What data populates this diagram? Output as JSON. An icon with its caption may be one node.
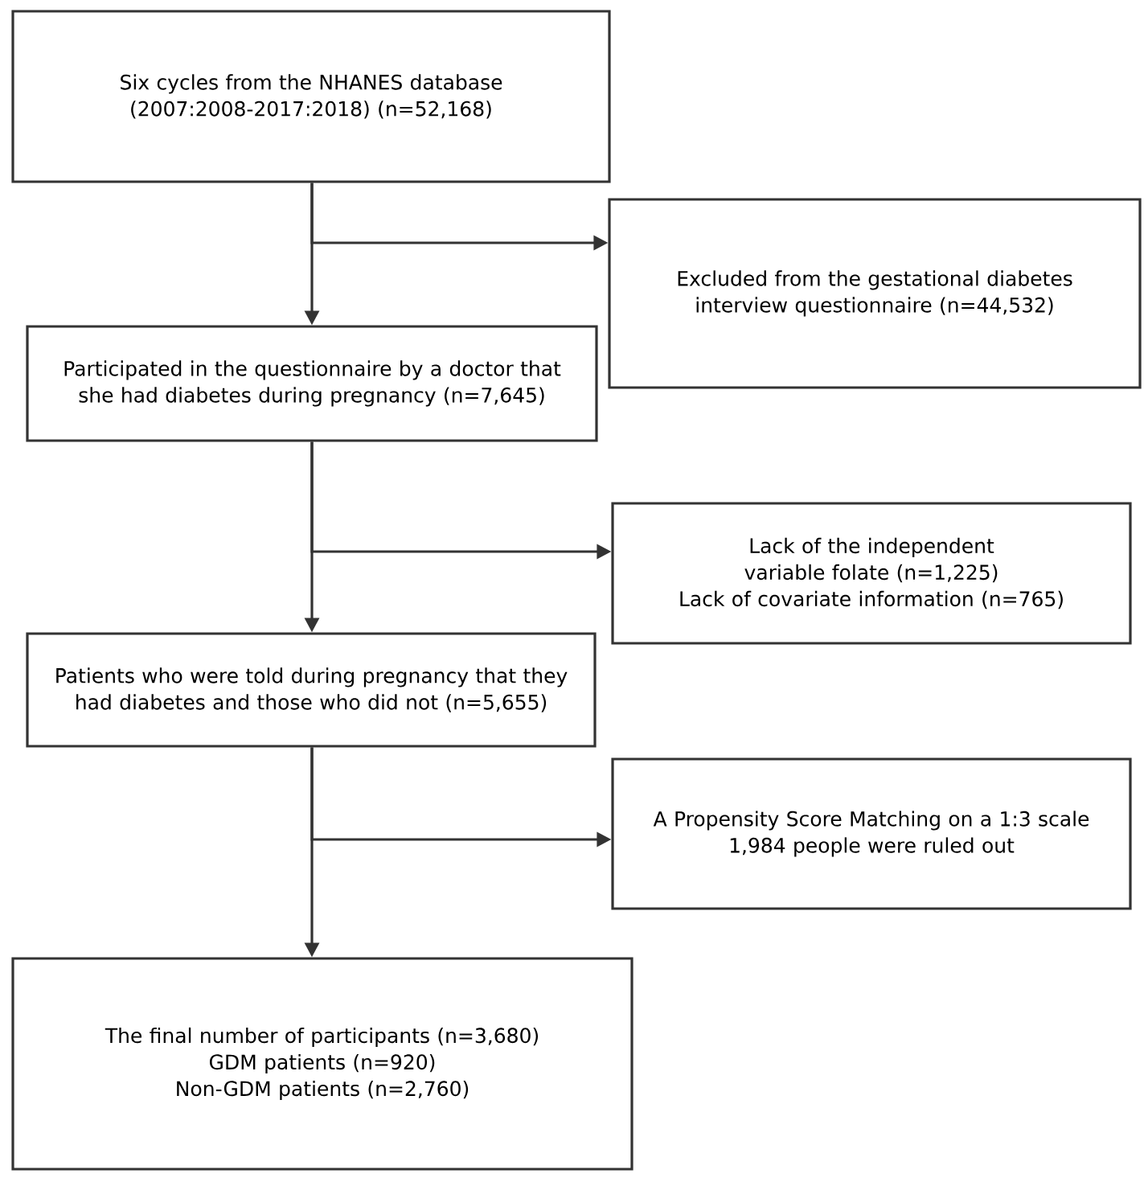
{
  "diagram": {
    "nodes": [
      {
        "text": [
          "Six cycles from the NHANES database (2007:2008-2017:2018)    (n=52,168)"
        ]
      },
      {
        "text": [
          "Excluded from the gestational diabetes interview questionnaire (n=44,532)"
        ]
      },
      {
        "text": [
          "Participated in the questionnaire by a doctor that she had diabetes during pregnancy  (n=7,645)"
        ]
      },
      {
        "text": [
          "Lack of the independent variable folate  (n=1,225)",
          "Lack of covariate information (n=765)"
        ]
      },
      {
        "text": [
          "Patients who were told during pregnancy that they had diabetes and those who did not  (n=5,655)"
        ]
      },
      {
        "text": [
          "A Propensity Score Matching on a 1:3 scale",
          "1,984 people were ruled out"
        ]
      },
      {
        "text": [
          "The final number of participants  (n=3,680)",
          "GDM patients (n=920)",
          "Non-GDM patients (n=2,760)"
        ]
      }
    ],
    "edges": [
      {
        "from": 0,
        "to": 2,
        "arrow": "to"
      },
      {
        "from": 0,
        "to": 1,
        "arrow": "to"
      },
      {
        "from": 2,
        "to": 4,
        "arrow": "to"
      },
      {
        "from": 2,
        "to": 3,
        "arrow": "to"
      },
      {
        "from": 4,
        "to": 6,
        "arrow": "to"
      },
      {
        "from": 4,
        "to": 5,
        "arrow": "to"
      }
    ]
  }
}
